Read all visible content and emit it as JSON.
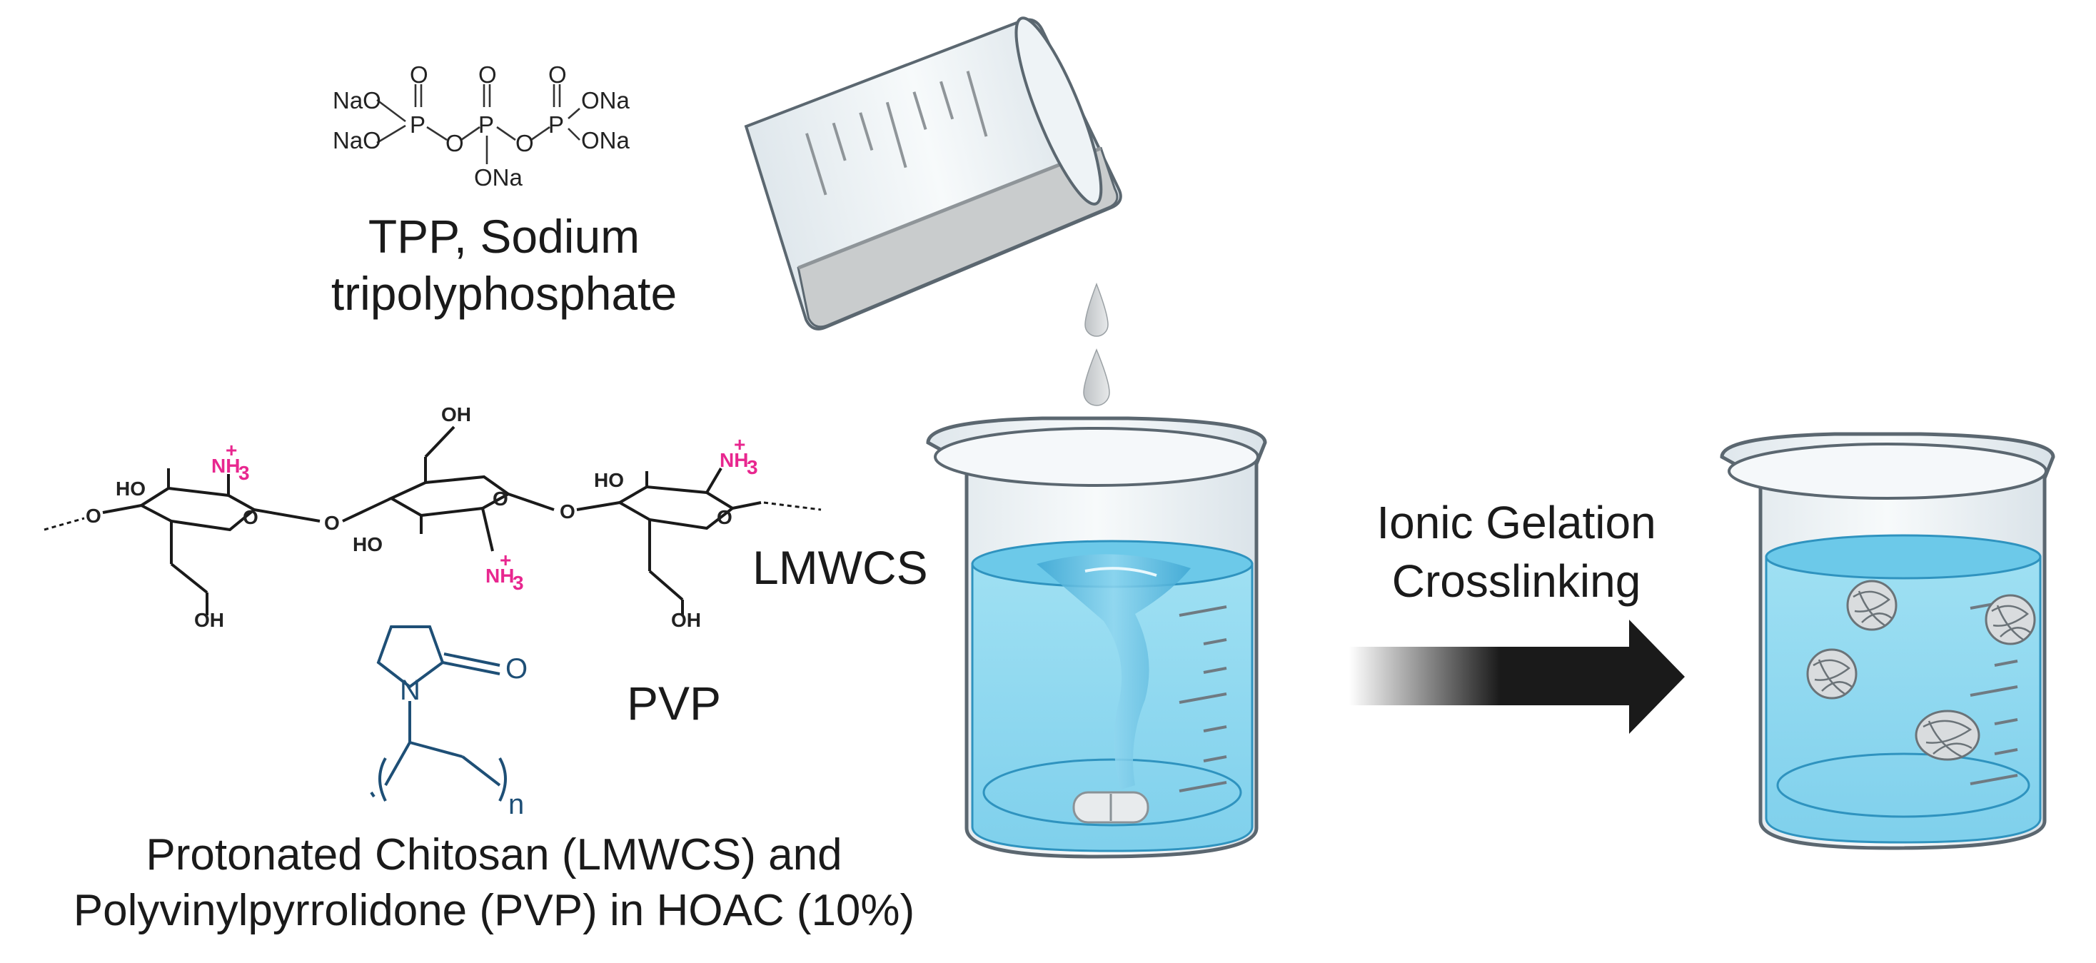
{
  "tpp": {
    "atoms": {
      "nao_1": "NaO",
      "nao_2": "NaO",
      "o_top_1": "O",
      "o_top_2": "O",
      "o_top_3": "O",
      "p_1": "P",
      "p_2": "P",
      "p_3": "P",
      "o_bridge_1": "O",
      "o_bridge_2": "O",
      "ona_right_1": "ONa",
      "ona_right_2": "ONa",
      "ona_bottom": "ONa"
    },
    "caption_line1": "TPP, Sodium",
    "caption_line2": "tripolyphosphate"
  },
  "chitosan": {
    "atoms": {
      "oh_top": "OH",
      "ho_left": "HO",
      "ho_mid": "HO",
      "ho_right": "HO",
      "oh_bottom_left": "OH",
      "oh_bottom_right": "OH",
      "nh3_1": "NH",
      "nh3_2": "NH",
      "nh3_3": "NH",
      "sub3": "3",
      "plus": "+",
      "o_ring_1": "O",
      "o_ring_2": "O",
      "o_ring_3": "O",
      "o_link_left": "O",
      "o_link_1": "O",
      "o_link_2": "O"
    }
  },
  "pvp": {
    "atoms": {
      "n": "N",
      "o": "O",
      "n_sub": "n"
    },
    "label": "PVP"
  },
  "mixture_caption_line1": "Protonated Chitosan (LMWCS) and",
  "mixture_caption_line2": "Polyvinylpyrrolidone (PVP) in HOAC (10%)",
  "beaker_label": "LMWCS",
  "process": {
    "line1": "Ionic Gelation",
    "line2": "Crosslinking"
  },
  "colors": {
    "solution_blue": "#8ed8ef",
    "solution_surface": "#5ec3e6",
    "vortex": "#4fb2d9",
    "glass": "#eef3f6",
    "glass_outline": "#5b6770",
    "pvp_blue": "#1e4f76",
    "ammonium_pink": "#e8278f",
    "arrow": "#1a1a1a"
  }
}
